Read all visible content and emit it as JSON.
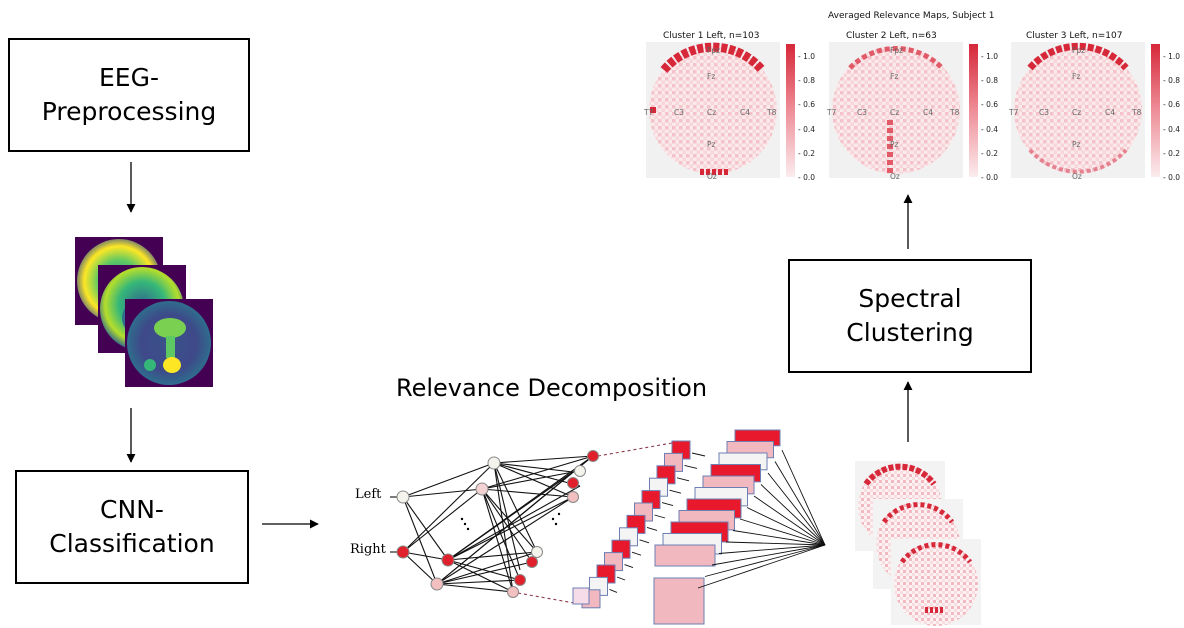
{
  "boxes": {
    "eeg_preprocessing": [
      "EEG-",
      "Preprocessing"
    ],
    "cnn_classification": [
      "CNN-",
      "Classification"
    ],
    "spectral_clustering": [
      "Spectral",
      "Clustering"
    ]
  },
  "relevance_title": "Relevance Decomposition",
  "network_labels": {
    "left": "Left",
    "right": "Right"
  },
  "averaged_title": "Averaged Relevance Maps, Subject 1",
  "cluster_maps": [
    {
      "title": "Cluster 1 Left, n=103"
    },
    {
      "title": "Cluster 2 Left, n=63"
    },
    {
      "title": "Cluster 3 Left, n=107"
    }
  ],
  "colorbar_ticks": [
    "1.0",
    "0.8",
    "0.6",
    "0.4",
    "0.2",
    "0.0"
  ],
  "electrode_labels": [
    "Fpz",
    "Fz",
    "T7",
    "C3",
    "Cz",
    "C4",
    "T8",
    "Pz",
    "Oz"
  ],
  "colors": {
    "relevance_red": "#d62839",
    "viridis_dark": "#440154",
    "viridis_yellow": "#fde725"
  }
}
